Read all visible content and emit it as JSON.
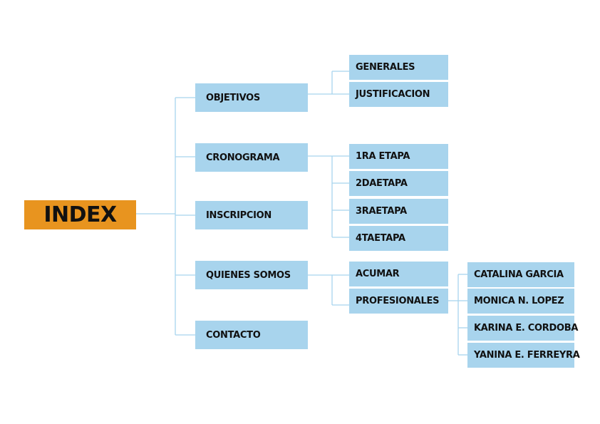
{
  "root": {
    "label": "INDEX",
    "color": "#e8941f"
  },
  "colors": {
    "node": "#a8d4ed",
    "connector": "#a8d4ed",
    "text": "#111111"
  },
  "sections": [
    {
      "label": "OBJETIVOS",
      "children": [
        {
          "label": "GENERALES"
        },
        {
          "label": "JUSTIFICACION"
        }
      ]
    },
    {
      "label": "CRONOGRAMA",
      "children": [
        {
          "label": "1RA ETAPA"
        },
        {
          "label": "2DAETAPA"
        },
        {
          "label": "3RAETAPA"
        },
        {
          "label": "4TAETAPA"
        }
      ]
    },
    {
      "label": "INSCRIPCION",
      "children": []
    },
    {
      "label": "QUIENES SOMOS",
      "children": [
        {
          "label": "ACUMAR"
        },
        {
          "label": "PROFESIONALES",
          "children": [
            {
              "label": "CATALINA GARCIA"
            },
            {
              "label": "MONICA N. LOPEZ"
            },
            {
              "label": "KARINA E. CORDOBA"
            },
            {
              "label": "YANINA E. FERREYRA"
            }
          ]
        }
      ]
    },
    {
      "label": "CONTACTO",
      "children": []
    }
  ]
}
